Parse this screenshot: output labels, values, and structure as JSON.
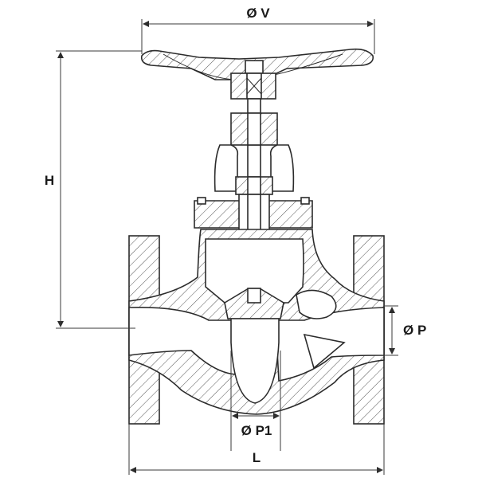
{
  "drawing": {
    "dimensions": {
      "handwheel_diameter": "Ø V",
      "height": "H",
      "port_diameter": "Ø P",
      "seat_diameter": "Ø P1",
      "length": "L"
    }
  }
}
